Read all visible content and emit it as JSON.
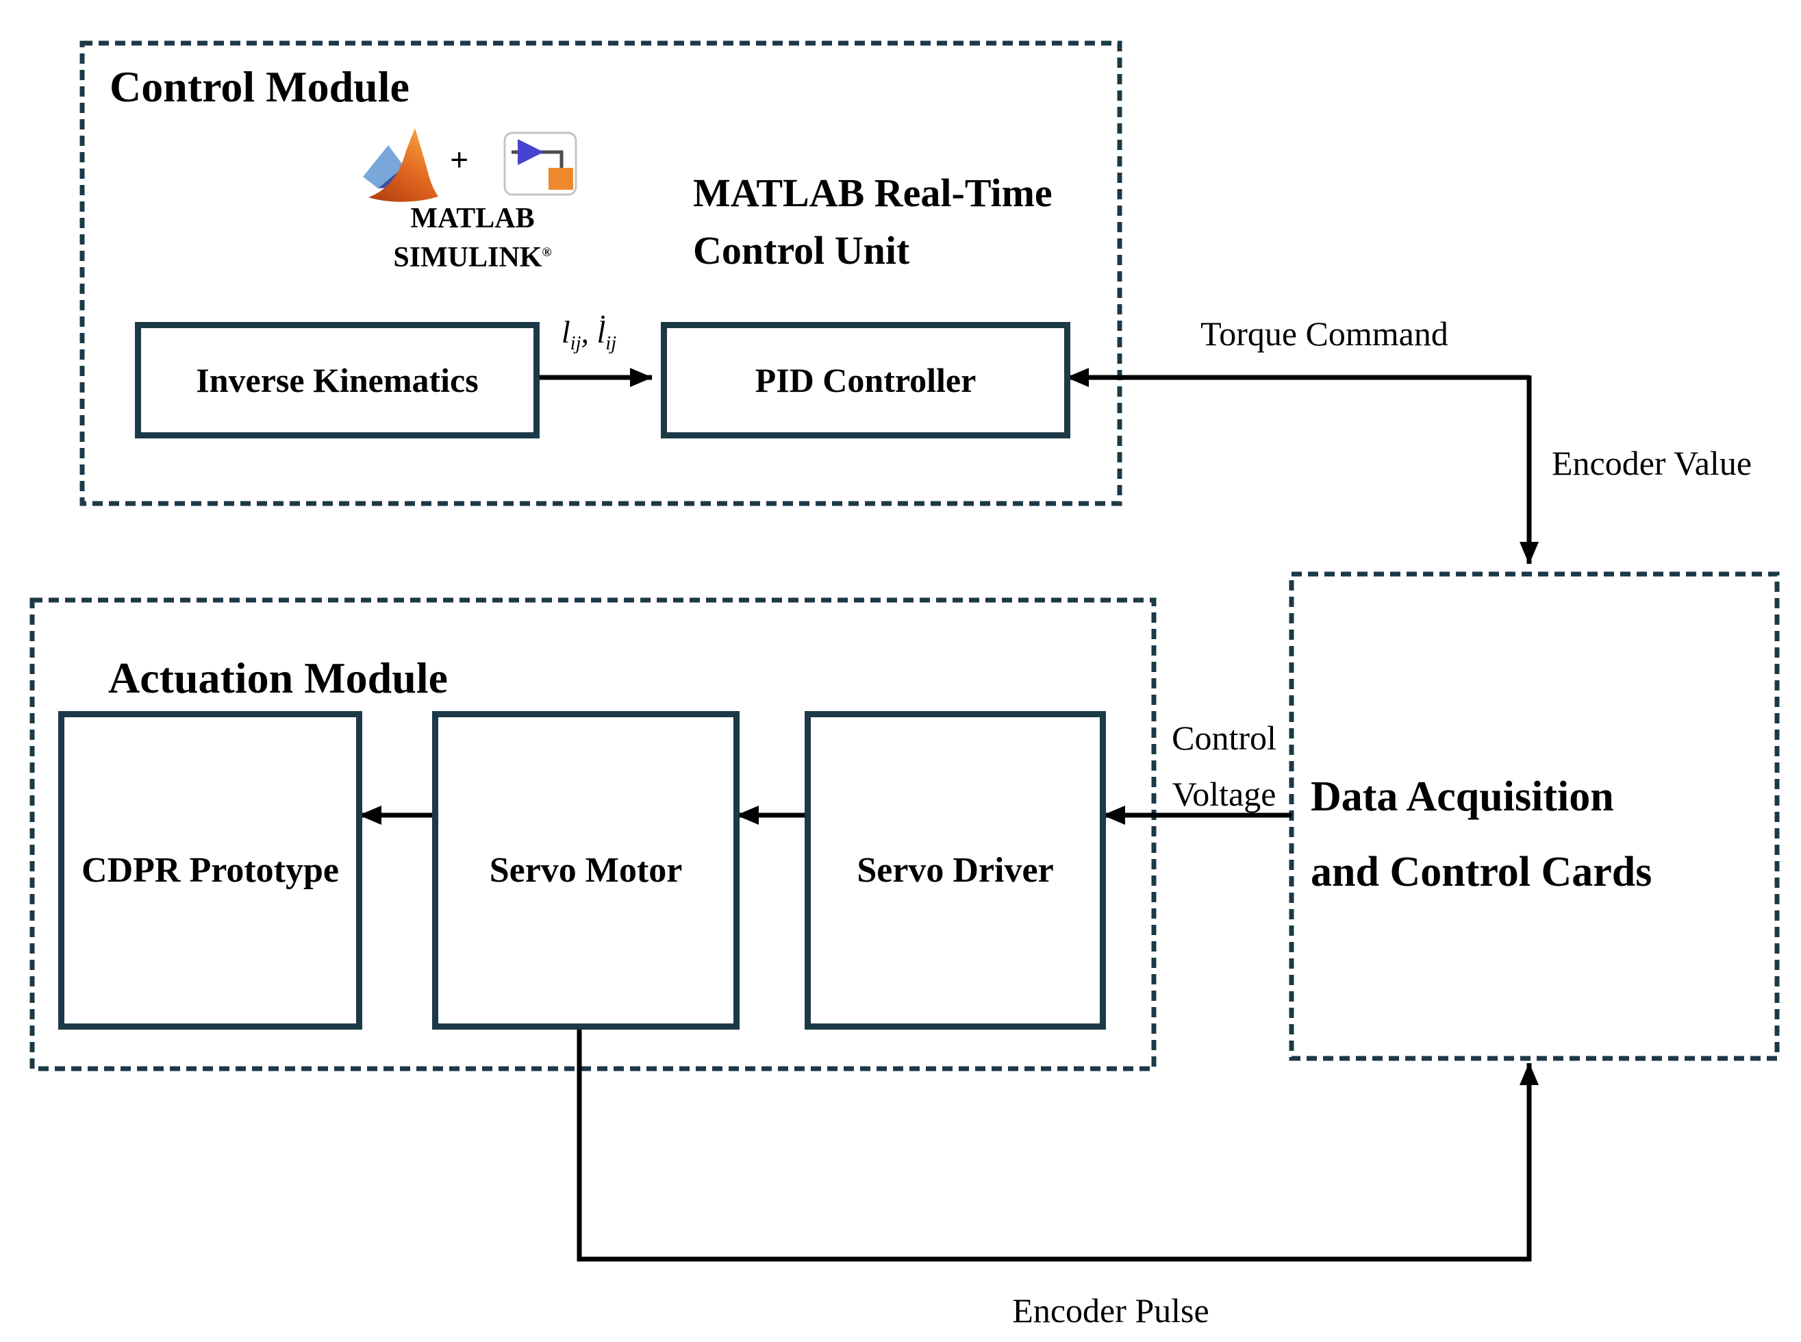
{
  "control_module": {
    "title": "Control Module",
    "rtcu_line1": "MATLAB Real-Time",
    "rtcu_line2": "Control Unit",
    "matlab_caption_line1": "MATLAB",
    "matlab_caption_line2": "SIMULINK",
    "registered_mark": "®",
    "plus_sign": "+",
    "blocks": {
      "inverse_kinematics": "Inverse Kinematics",
      "pid_controller": "PID Controller"
    }
  },
  "actuation_module": {
    "title": "Actuation Module",
    "blocks": {
      "cdpr_prototype": "CDPR Prototype",
      "servo_motor": "Servo Motor",
      "servo_driver": "Servo Driver"
    }
  },
  "daq": {
    "label_line1": "Data Acquisition",
    "label_line2": "and Control Cards"
  },
  "signals": {
    "torque_command": "Torque Command",
    "encoder_value": "Encoder Value",
    "control_voltage_line1": "Control",
    "control_voltage_line2": "Voltage",
    "encoder_pulse": "Encoder Pulse",
    "cable_lengths": {
      "base1": "l",
      "sub1": "ij",
      "separator": ", ",
      "base2": "l̇",
      "sub2": "ij"
    }
  },
  "colors": {
    "ink": "#1c3947",
    "line": "#000000",
    "matlab_blue": "#79a7d9",
    "matlab_indigo": "#3c4fa3",
    "matlab_red": "#b03a10",
    "matlab_orange": "#f59a3c",
    "simulink_blue": "#4743d2",
    "simulink_orange": "#ee8a2e"
  }
}
